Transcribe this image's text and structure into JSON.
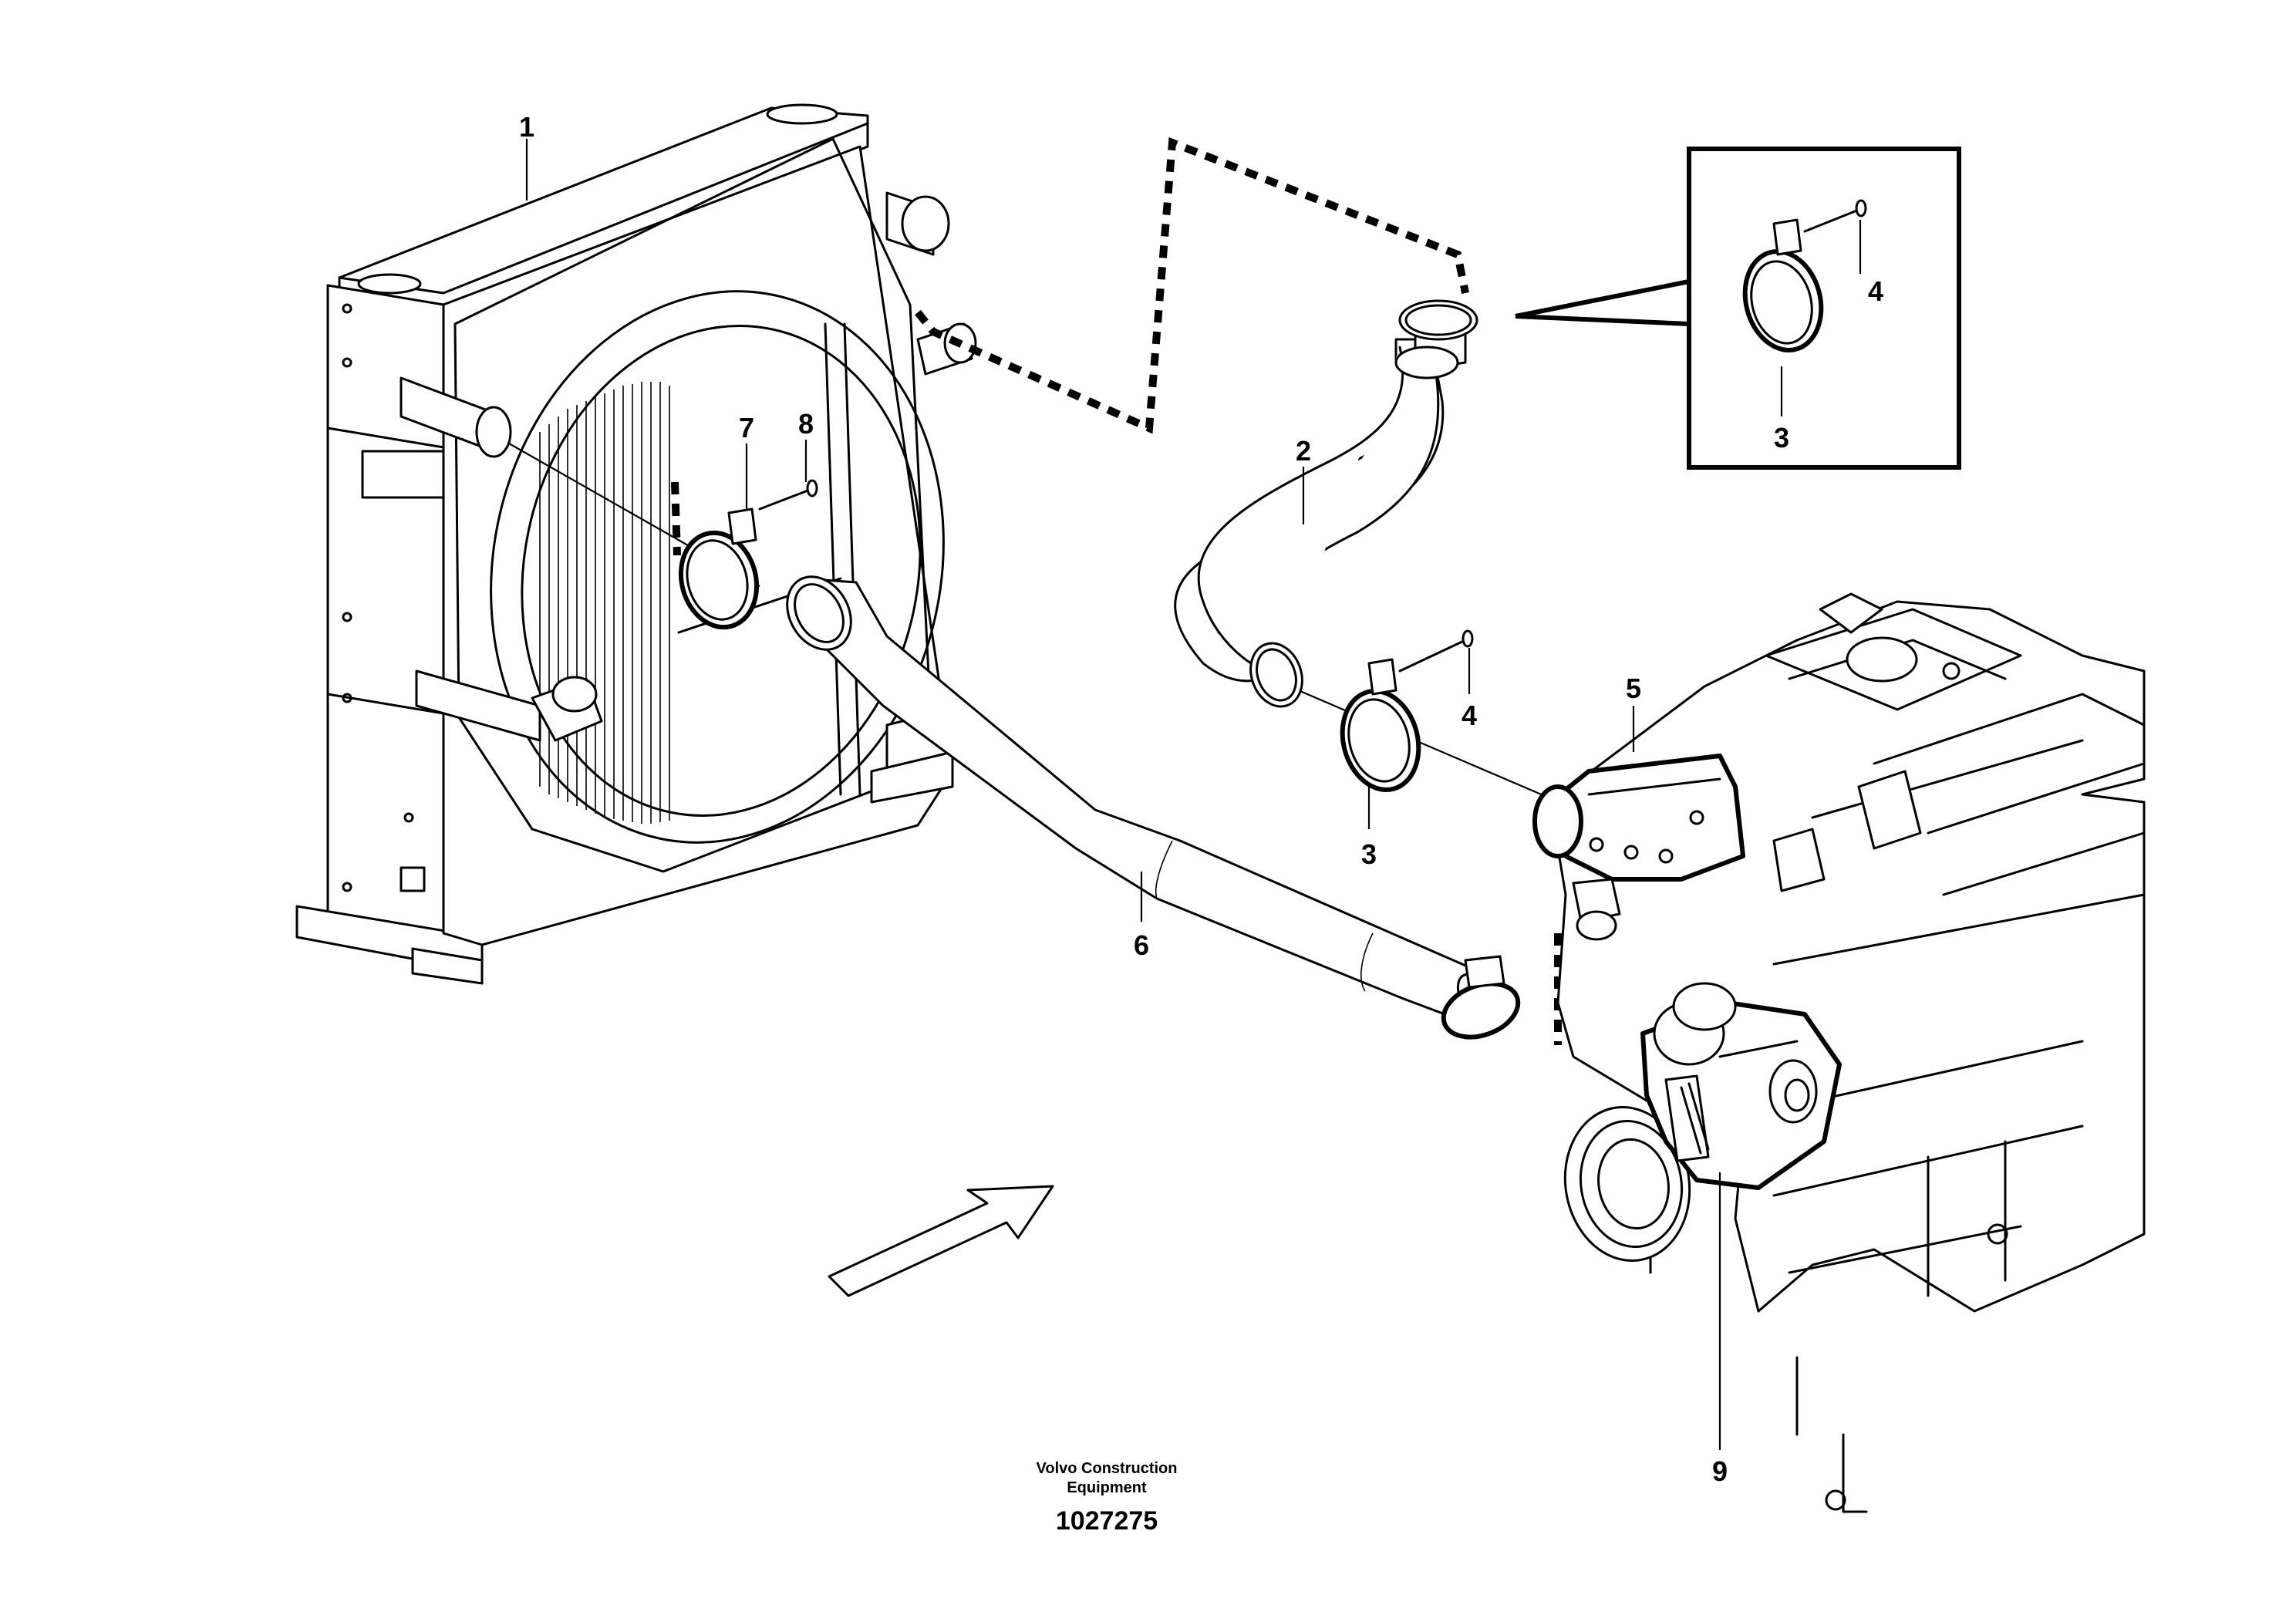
{
  "callouts": {
    "c1": "1",
    "c2": "2",
    "c3_main": "3",
    "c3_detail": "3",
    "c4_main": "4",
    "c4_detail": "4",
    "c5": "5",
    "c6": "6",
    "c7": "7",
    "c8": "8",
    "c9": "9"
  },
  "footer": {
    "company_line1": "Volvo Construction",
    "company_line2": "Equipment",
    "figure_number": "1027275"
  }
}
